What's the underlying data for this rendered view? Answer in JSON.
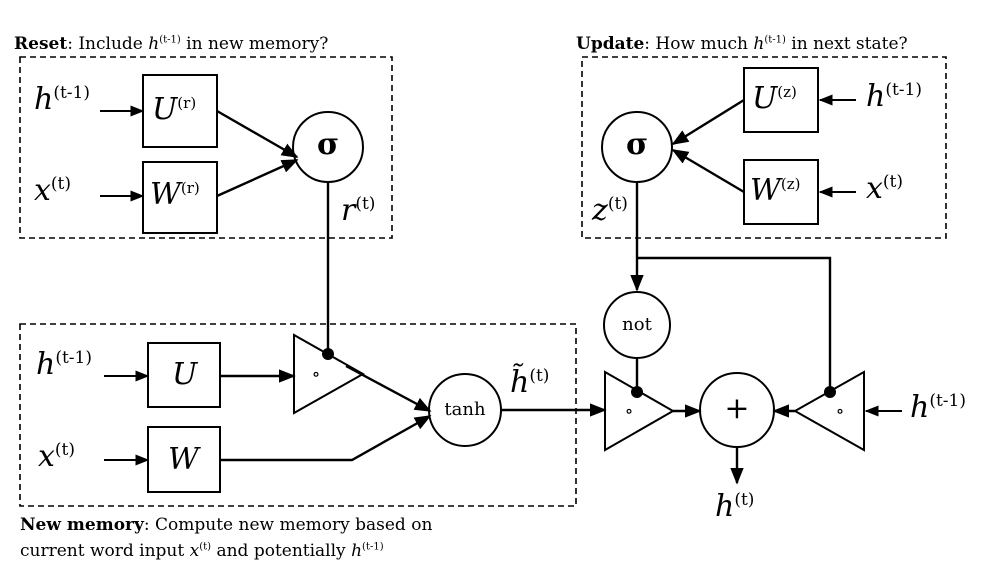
{
  "captions": {
    "reset": {
      "title": "Reset",
      "text_before": ": Include ",
      "var": "h",
      "sup": "(t-1)",
      "text_after": " in new memory?"
    },
    "update": {
      "title": "Update",
      "text_before": ": How much ",
      "var": "h",
      "sup": "(t-1)",
      "text_after": " in next state?"
    },
    "new_memory": {
      "title": "New memory",
      "line1": ": Compute new memory based on",
      "line2_before": "current word input ",
      "line2_var1": "x",
      "line2_sup1": "(t)",
      "line2_mid": " and potentially ",
      "line2_var2": "h",
      "line2_sup2": "(t-1)"
    }
  },
  "inputs": {
    "reset_h": {
      "var": "h",
      "sup": "(t-1)"
    },
    "reset_x": {
      "var": "x",
      "sup": "(t)"
    },
    "update_h": {
      "var": "h",
      "sup": "(t-1)"
    },
    "update_x": {
      "var": "x",
      "sup": "(t)"
    },
    "mem_h": {
      "var": "h",
      "sup": "(t-1)"
    },
    "mem_x": {
      "var": "x",
      "sup": "(t)"
    },
    "out_h": {
      "var": "h",
      "sup": "(t-1)"
    }
  },
  "weights": {
    "reset_u": {
      "var": "U",
      "sup": "(r)"
    },
    "reset_w": {
      "var": "W",
      "sup": "(r)"
    },
    "update_u": {
      "var": "U",
      "sup": "(z)"
    },
    "update_w": {
      "var": "W",
      "sup": "(z)"
    },
    "mem_u": {
      "var": "U",
      "sup": ""
    },
    "mem_w": {
      "var": "W",
      "sup": ""
    }
  },
  "nodes": {
    "sigma_reset": "σ",
    "sigma_update": "σ",
    "tanh": "tanh",
    "not": "not",
    "plus": "+",
    "hadamard": "∘"
  },
  "signals": {
    "r": {
      "var": "r",
      "sup": "(t)"
    },
    "z": {
      "var": "z",
      "sup": "(t)"
    },
    "h_tilde": {
      "var": "h̃",
      "sup": "(t)"
    },
    "h_out": {
      "var": "h",
      "sup": "(t)"
    }
  }
}
